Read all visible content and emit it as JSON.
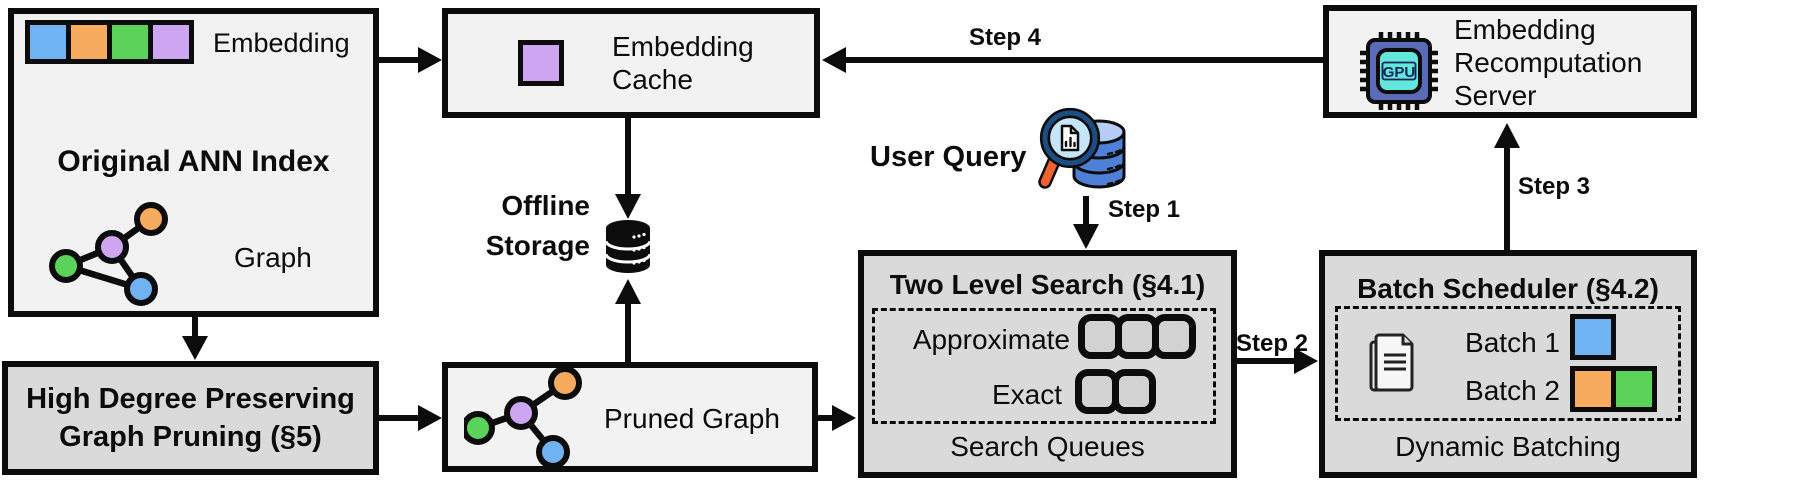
{
  "colors": {
    "blue": "#6FB3F2",
    "orange": "#F6AB5E",
    "green": "#5BD35B",
    "purple": "#CDA5F0",
    "box-light": "#F2F2F2",
    "box-dark": "#DADADA",
    "slot-fill": "#D2D2D2",
    "ink": "#0C0C0C",
    "gpu-outer": "#5A6BB8",
    "gpu-inner": "#63E6DC",
    "gpu-text": "#0E2255",
    "db-blue": "#4E80D8",
    "db-blue-light": "#B6CCF4",
    "lens-fill": "#C5E6F8",
    "lens-rim": "#1C4E86",
    "handle-orange": "#F2622E"
  },
  "icons": {
    "offline_storage": "database-icon",
    "user_query": "magnifier-over-database-icon",
    "recomputation_server": "gpu-chip-icon",
    "batch_scheduler": "documents-icon",
    "ann_index": "graph-nodes-icon",
    "pruned_graph": "graph-nodes-icon"
  },
  "ann_index": {
    "title": "Original ANN Index",
    "embedding_label": "Embedding",
    "graph_label": "Graph",
    "embedding_cells": [
      "blue",
      "orange",
      "green",
      "purple"
    ]
  },
  "graph_pruning": {
    "title_line1": "High Degree Preserving",
    "title_line2": "Graph Pruning (§5)"
  },
  "embedding_cache": {
    "label_line1": "Embedding",
    "label_line2": "Cache",
    "cells": [
      "purple"
    ]
  },
  "offline_storage": {
    "label_line1": "Offline",
    "label_line2": "Storage"
  },
  "pruned_graph": {
    "label": "Pruned Graph"
  },
  "user_query": {
    "label": "User Query"
  },
  "steps": {
    "step1": "Step 1",
    "step2": "Step 2",
    "step3": "Step 3",
    "step4": "Step 4"
  },
  "two_level_search": {
    "title": "Two Level Search (§4.1)",
    "rows": [
      {
        "label": "Approximate",
        "slots": 3
      },
      {
        "label": "Exact",
        "slots": 2
      }
    ],
    "caption": "Search Queues"
  },
  "batch_scheduler": {
    "title": "Batch Scheduler (§4.2)",
    "batches": [
      {
        "label": "Batch 1",
        "cells": [
          "blue"
        ]
      },
      {
        "label": "Batch 2",
        "cells": [
          "orange",
          "green"
        ]
      }
    ],
    "caption": "Dynamic Batching"
  },
  "recomputation_server": {
    "label_line1": "Embedding",
    "label_line2": "Recomputation",
    "label_line3": "Server",
    "chip_label": "GPU"
  }
}
